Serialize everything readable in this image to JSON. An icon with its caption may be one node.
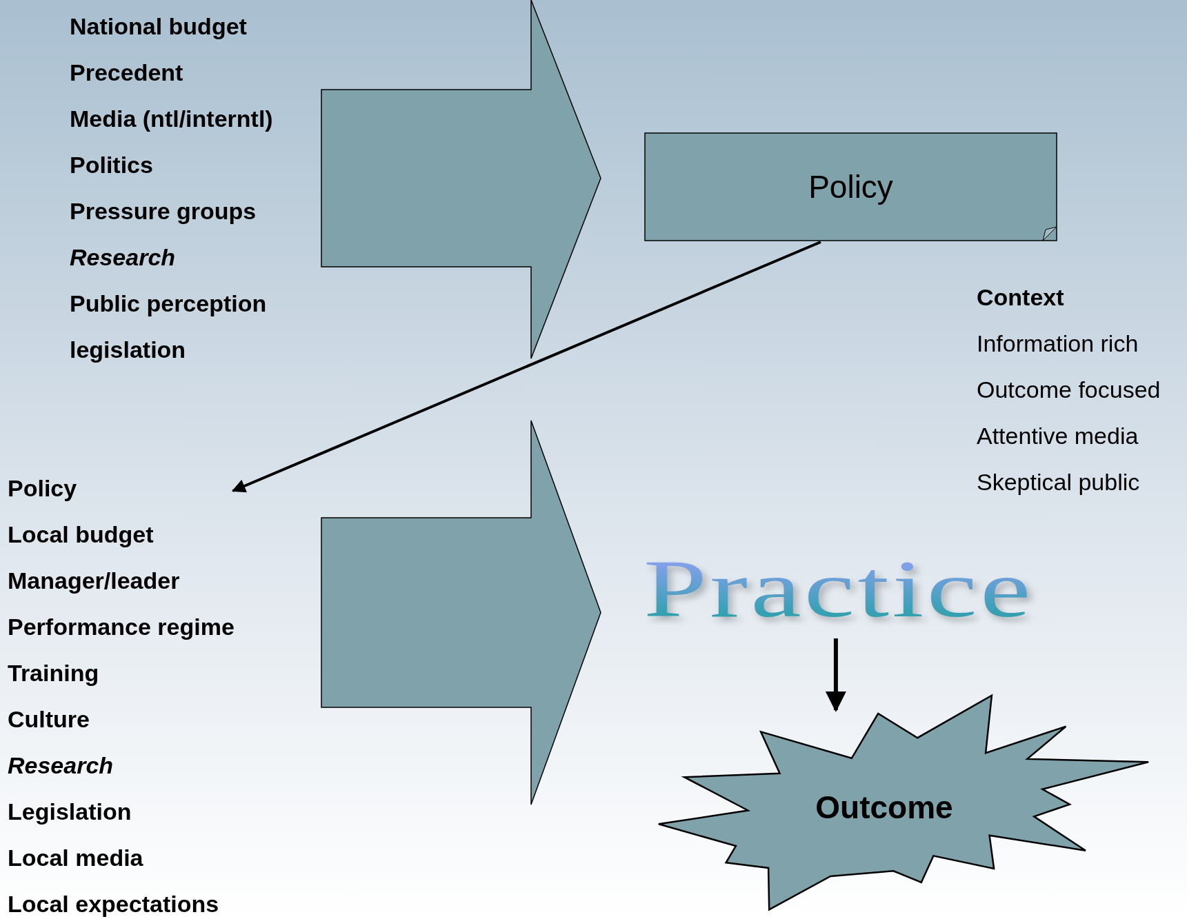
{
  "diagram": {
    "nodes": [
      {
        "text": [
          "National budget",
          "Precedent",
          "Media (ntl/interntl)",
          "Politics",
          "Pressure groups",
          "*Research*",
          "Public perception",
          "legislation"
        ]
      },
      {
        "text": [
          "Policy"
        ]
      },
      {
        "text": [
          "Policy",
          "Local budget",
          "Manager/leader",
          "Performance regime",
          "Training",
          "Culture",
          "*Research*",
          "Legislation",
          "Local media",
          "Local expectations"
        ]
      },
      {
        "text": [
          "Practice"
        ]
      },
      {
        "text": [
          "Outcome"
        ]
      }
    ],
    "edges": [
      {
        "from": 0,
        "to": 1,
        "arrow": "to",
        "style": "thick"
      },
      {
        "from": 1,
        "to": 2,
        "arrow": "to"
      },
      {
        "from": 2,
        "to": 3,
        "arrow": "to",
        "style": "thick"
      },
      {
        "from": 3,
        "to": 4,
        "arrow": "to"
      }
    ],
    "labels": [
      "Context",
      "Information rich",
      "Outcome focused",
      "Attentive media",
      "Skeptical public"
    ]
  }
}
